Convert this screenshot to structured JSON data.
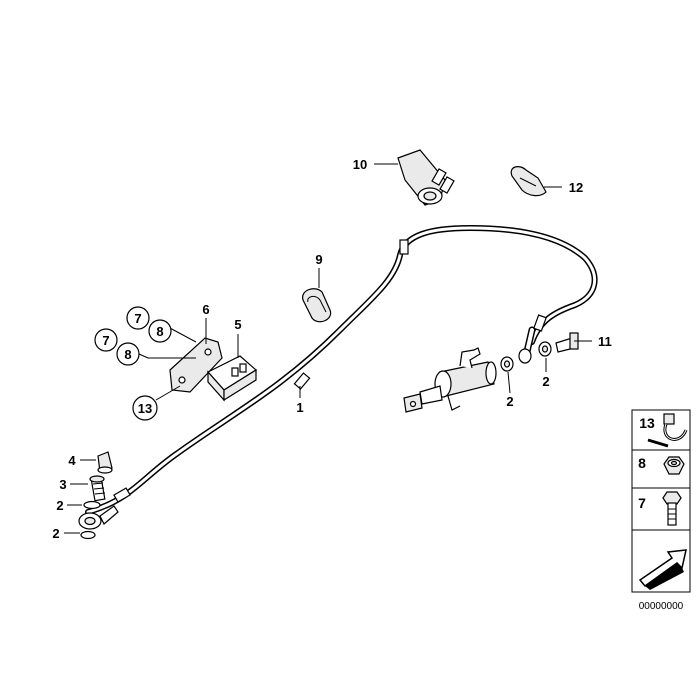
{
  "callouts": {
    "c1": "1",
    "c2a": "2",
    "c2b": "2",
    "c2c": "2",
    "c2d": "2",
    "c3": "3",
    "c4": "4",
    "c5": "5",
    "c6": "6",
    "c7a": "7",
    "c7b": "7",
    "c8a": "8",
    "c8b": "8",
    "c9": "9",
    "c10": "10",
    "c11": "11",
    "c12": "12",
    "c13": "13"
  },
  "legend": {
    "items": [
      {
        "number": "13",
        "icon": "cable-tie-icon"
      },
      {
        "number": "8",
        "icon": "hex-nut-icon"
      },
      {
        "number": "7",
        "icon": "hex-bolt-icon"
      },
      {
        "number": "",
        "icon": "arrow-icon"
      }
    ],
    "diagram_id": "00000000"
  }
}
